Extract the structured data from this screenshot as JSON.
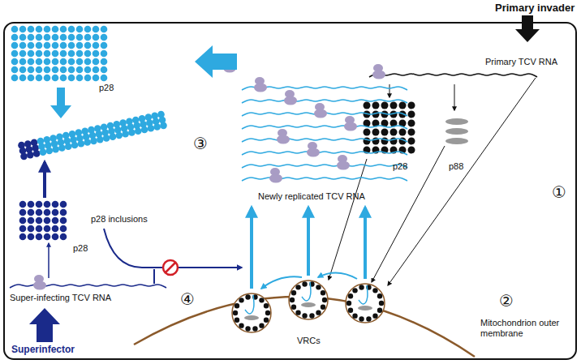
{
  "diagram": {
    "labels": [
      "Primary invader",
      "Primary TCV RNA",
      "①",
      "p28",
      "p88",
      "p28",
      "③",
      "Newly replicated TCV RNA",
      "p28 inclusions",
      "p28",
      "VRCs",
      "Mitochondrion outer membrane",
      "②",
      "Super-infecting TCV RNA",
      "④",
      "Superinfector"
    ]
  }
}
